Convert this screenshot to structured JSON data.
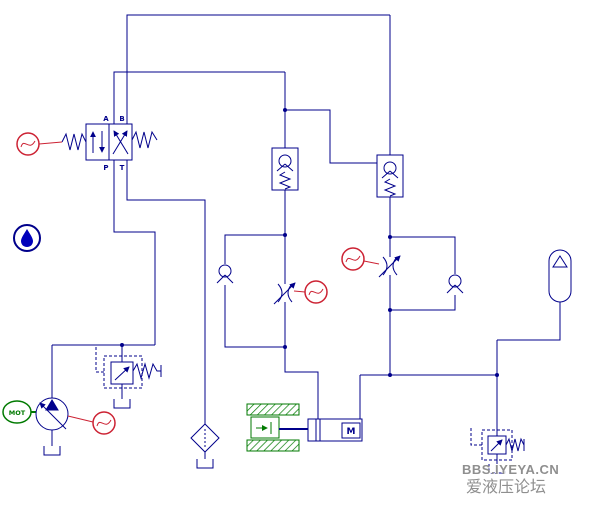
{
  "diagram": {
    "background": "#FFFFFF",
    "wire_color": "#00008B",
    "signal_color": "#CC2233",
    "mechanical_color": "#007A00",
    "valve": {
      "port_a": "A",
      "port_b": "B",
      "port_p": "P",
      "port_t": "T"
    },
    "motor": {
      "label": "MOT"
    },
    "cylinder": {
      "mass_label": "M"
    },
    "watermark": {
      "line1": "BBS.IYEYA.CN",
      "line2": "爱液压论坛",
      "color": "#8F8F8F"
    }
  }
}
